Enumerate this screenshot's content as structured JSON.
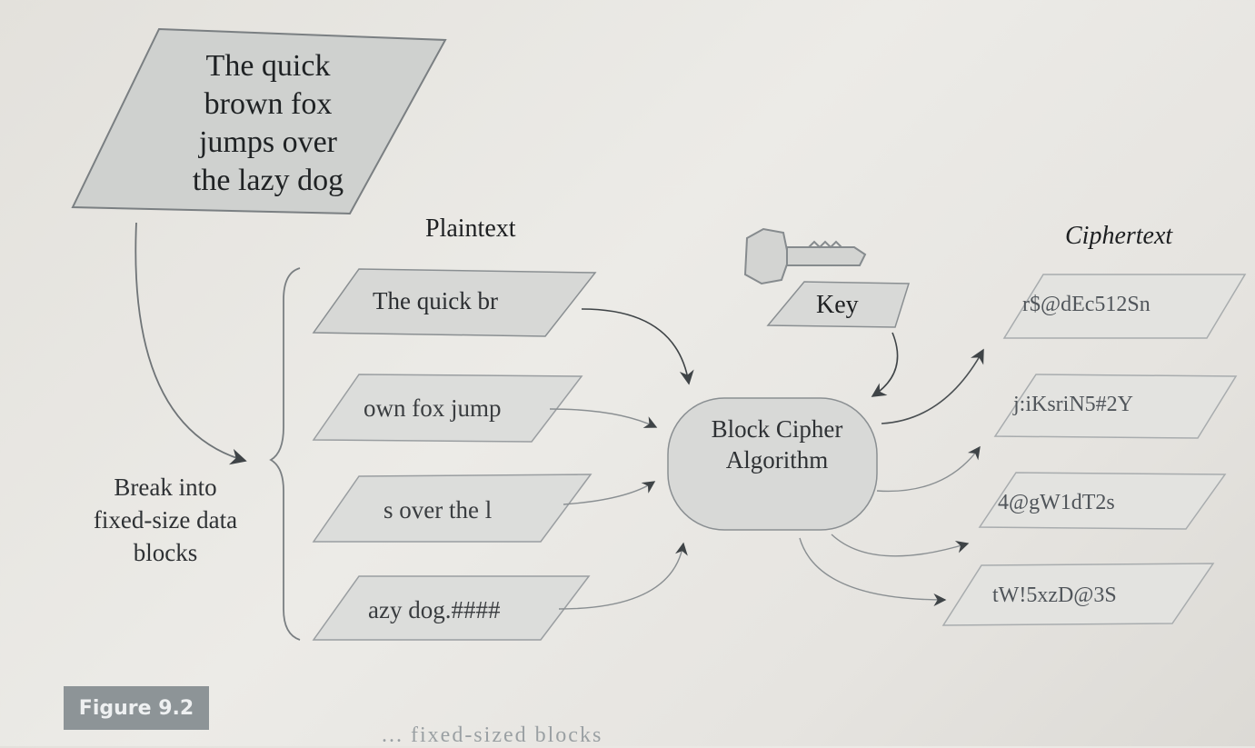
{
  "plaintext_lines": [
    "The quick",
    "brown fox",
    "jumps over",
    "the lazy dog"
  ],
  "labels": {
    "plaintext": "Plaintext",
    "ciphertext": "Ciphertext",
    "key": "Key",
    "cipher_algorithm": "Block Cipher Algorithm",
    "break_into": "Break into fixed-size data blocks"
  },
  "plaintext_blocks": [
    "The quick br",
    "own fox jump",
    "s over the l",
    "azy dog.####"
  ],
  "ciphertext_blocks": [
    "r$@dEc512Sn",
    "j:iKsriN5#2Y",
    "4@gW1dT2s",
    "tW!5xzD@3S"
  ],
  "figure": {
    "label": "Figure 9.2",
    "caption": "... fixed-sized blocks"
  },
  "colors": {
    "shape_fill": "#d9dad8",
    "shape_fill_dark": "#cfd1cf",
    "stroke": "#6f7477",
    "figure_bg": "#8d9497"
  }
}
